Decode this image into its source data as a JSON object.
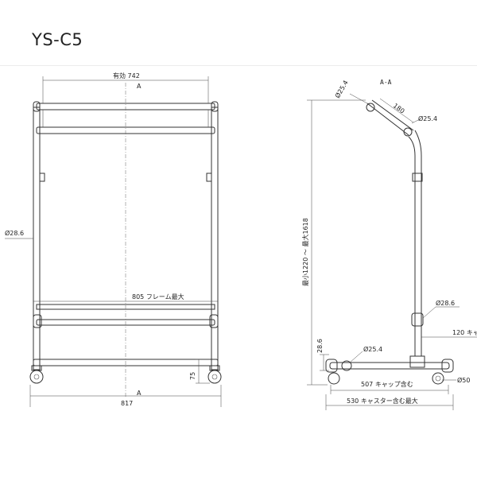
{
  "title": "YS-C5",
  "front": {
    "effective_width": "有効 742",
    "section_mark_top": "A",
    "section_mark_bottom": "A",
    "pipe_diameter": "Ø28.6",
    "frame_max": "805 フレーム最大",
    "caster_height": "75",
    "overall_width": "817"
  },
  "side": {
    "section_label": "A-A",
    "pipe_top_diameter": "Ø25.4",
    "arm_length": "180",
    "pipe_arm_diameter": "Ø25.4",
    "height_range": "最小1220 ～ 最大1618",
    "pipe_mid_diameter": "Ø28.6",
    "offset": "120 キャ",
    "base_height": "28.6",
    "base_pipe_diameter": "Ø25.4",
    "cap_width": "507 キャップ含む",
    "caster_diameter": "Ø50",
    "caster_max_width": "530 キャスター含む最大"
  }
}
